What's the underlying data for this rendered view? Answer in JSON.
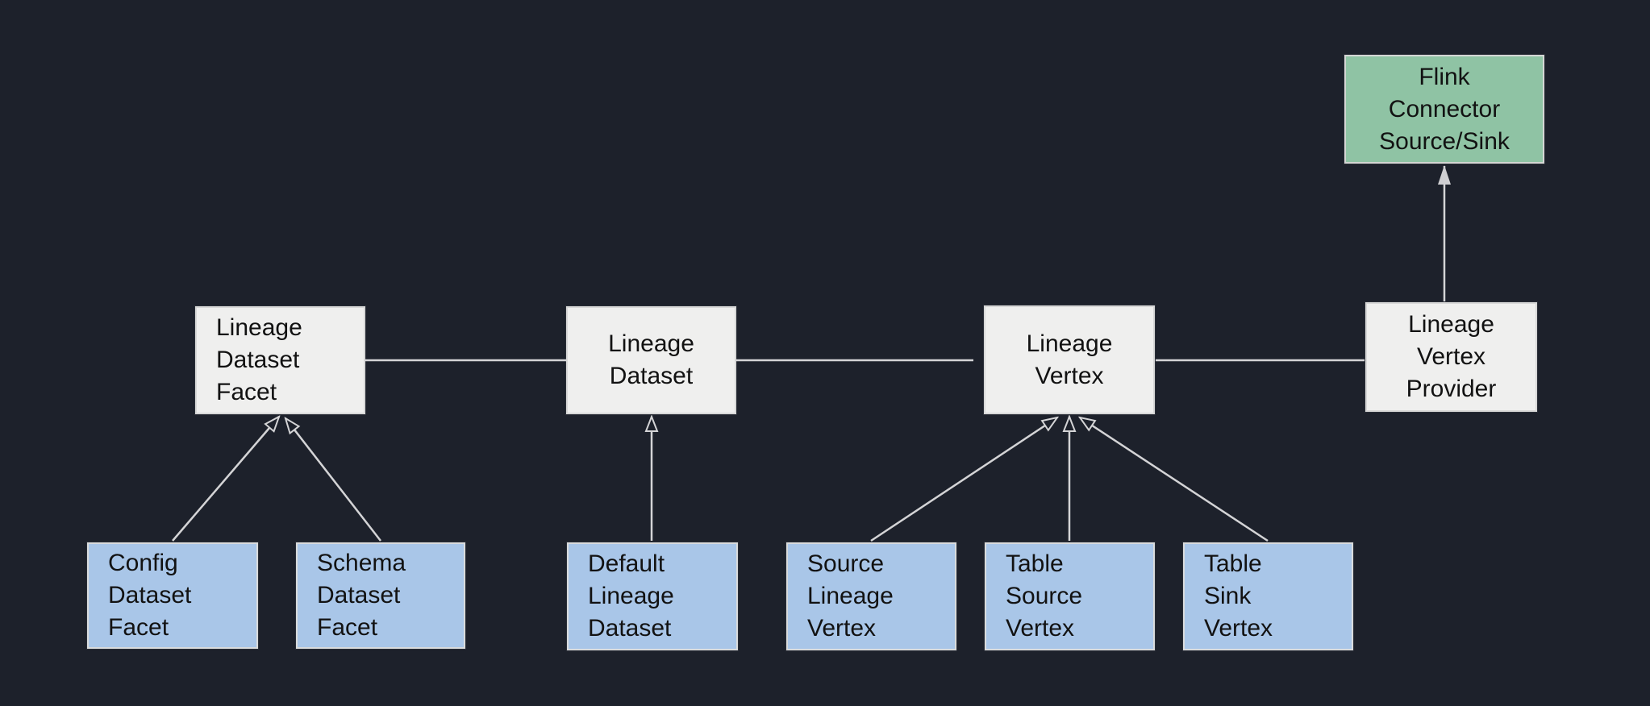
{
  "diagram": {
    "type": "class-diagram",
    "colors": {
      "background": "#1d212b",
      "edge": "#d4d4d6",
      "interface_fill": "#efefee",
      "implementation_fill": "#a9c6e8",
      "external_fill": "#8fc3a4",
      "node_border": "#d8d8d8",
      "text": "#121212"
    },
    "nodes": {
      "flink_connector_source_sink": {
        "label": "Flink\nConnector\nSource/Sink",
        "kind": "external"
      },
      "lineage_dataset_facet": {
        "label": "Lineage\nDataset\nFacet",
        "kind": "interface"
      },
      "lineage_dataset": {
        "label": "Lineage\nDataset",
        "kind": "interface"
      },
      "lineage_vertex": {
        "label": "Lineage\nVertex",
        "kind": "interface"
      },
      "lineage_vertex_provider": {
        "label": "Lineage\nVertex\nProvider",
        "kind": "interface"
      },
      "config_dataset_facet": {
        "label": "Config\nDataset\nFacet",
        "kind": "implementation"
      },
      "schema_dataset_facet": {
        "label": "Schema\nDataset\nFacet",
        "kind": "implementation"
      },
      "default_lineage_dataset": {
        "label": "Default\nLineage\nDataset",
        "kind": "implementation"
      },
      "source_lineage_vertex": {
        "label": "Source\nLineage\nVertex",
        "kind": "implementation"
      },
      "table_source_vertex": {
        "label": "Table\nSource\nVertex",
        "kind": "implementation"
      },
      "table_sink_vertex": {
        "label": "Table\n Sink\nVertex",
        "kind": "implementation"
      }
    },
    "edges": [
      {
        "from": "lineage_dataset_facet",
        "to": "lineage_dataset",
        "type": "association"
      },
      {
        "from": "lineage_dataset",
        "to": "lineage_vertex",
        "type": "association"
      },
      {
        "from": "lineage_vertex",
        "to": "lineage_vertex_provider",
        "type": "association"
      },
      {
        "from": "lineage_vertex_provider",
        "to": "flink_connector_source_sink",
        "type": "directed-arrow"
      },
      {
        "from": "config_dataset_facet",
        "to": "lineage_dataset_facet",
        "type": "inheritance"
      },
      {
        "from": "schema_dataset_facet",
        "to": "lineage_dataset_facet",
        "type": "inheritance"
      },
      {
        "from": "default_lineage_dataset",
        "to": "lineage_dataset",
        "type": "inheritance"
      },
      {
        "from": "source_lineage_vertex",
        "to": "lineage_vertex",
        "type": "inheritance"
      },
      {
        "from": "table_source_vertex",
        "to": "lineage_vertex",
        "type": "inheritance"
      },
      {
        "from": "table_sink_vertex",
        "to": "lineage_vertex",
        "type": "inheritance"
      }
    ]
  }
}
